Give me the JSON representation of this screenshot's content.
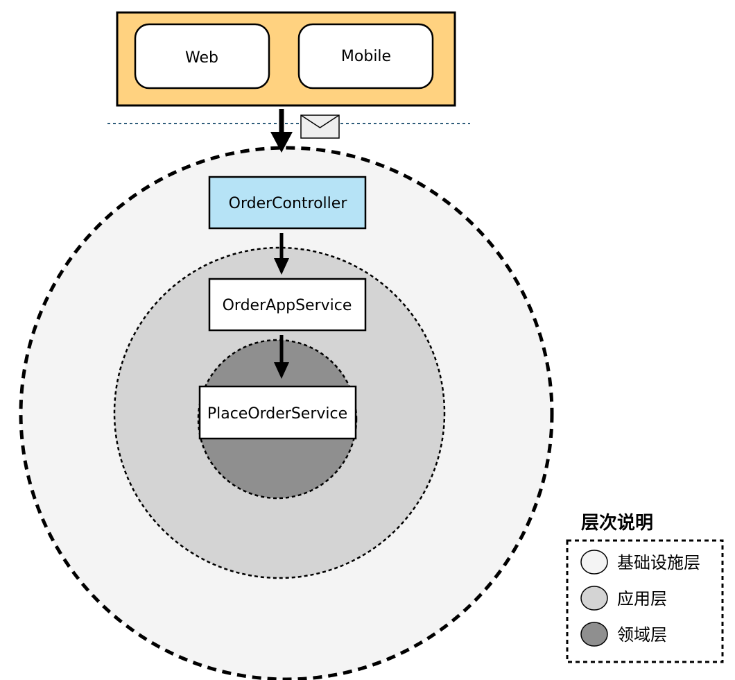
{
  "clients": {
    "web": "Web",
    "mobile": "Mobile"
  },
  "components": {
    "controller": "OrderController",
    "app_service": "OrderAppService",
    "domain_service": "PlaceOrderService"
  },
  "legend": {
    "title": "层次说明",
    "items": [
      {
        "label": "基础设施层",
        "color": "#f4f4f4"
      },
      {
        "label": "应用层",
        "color": "#d4d4d4"
      },
      {
        "label": "领域层",
        "color": "#8f8f8f"
      }
    ]
  },
  "colors": {
    "client_band": "#ffd280",
    "controller_fill": "#b6e3f6",
    "infrastructure_ring": "#f4f4f4",
    "application_ring": "#d4d4d4",
    "domain_ring": "#8f8f8f",
    "boundary_line": "#2e5c7a"
  },
  "icons": {
    "message": "envelope-icon"
  }
}
